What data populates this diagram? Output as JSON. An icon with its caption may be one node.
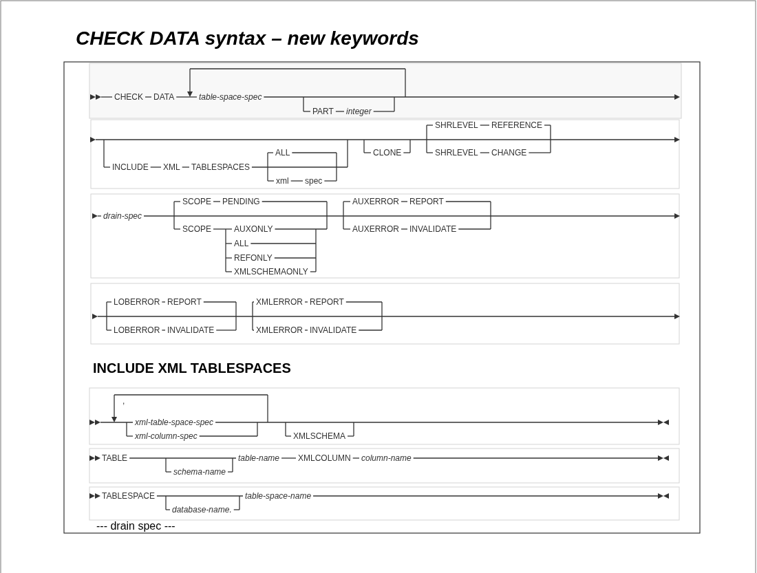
{
  "diagram": {
    "title": "CHECK DATA syntax – new keywords",
    "labels": [
      "CHECK",
      "DATA",
      "table-space-spec",
      "PART",
      "integer",
      "INCLUDE",
      "XML",
      "TABLESPACES",
      "ALL",
      "xml",
      "spec",
      "CLONE",
      "SHRLEVEL",
      "REFERENCE",
      "SHRLEVEL",
      "CHANGE",
      "drain-spec",
      "SCOPE",
      "PENDING",
      "SCOPE",
      "AUXONLY",
      "ALL",
      "REFONLY",
      "XMLSCHEMAONLY",
      "AUXERROR",
      "REPORT",
      "AUXERROR",
      "INVALIDATE",
      "LOBERROR",
      "REPORT",
      "LOBERROR",
      "INVALIDATE",
      "XMLERROR",
      "REPORT",
      "XMLERROR",
      "INVALIDATE",
      "INCLUDE XML TABLESPACES",
      ",",
      "xml-table-space-spec",
      "xml-column-spec",
      "XMLSCHEMA",
      "TABLE",
      "schema-name",
      "table-name",
      "XMLCOLUMN",
      "column-name",
      "TABLESPACE",
      "database-name.",
      "table-space-name",
      "--- drain spec ---"
    ]
  }
}
